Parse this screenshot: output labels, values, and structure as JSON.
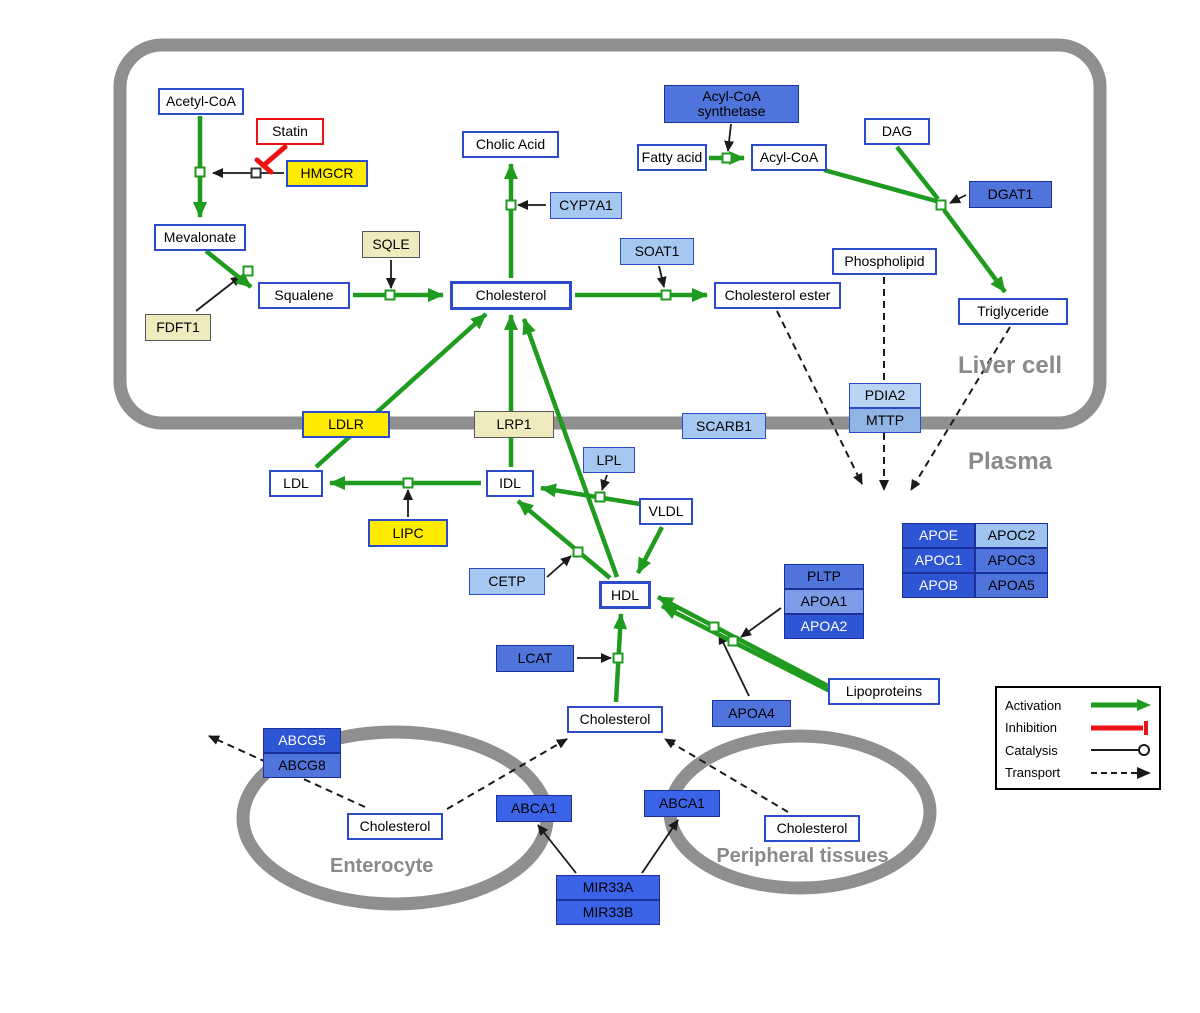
{
  "diagram": {
    "compartments": {
      "liver": {
        "label": "Liver cell"
      },
      "plasma": {
        "label": "Plasma"
      },
      "enterocyte": {
        "label": "Enterocyte"
      },
      "peripheral": {
        "label": "Peripheral tissues"
      }
    },
    "legend": {
      "items": [
        {
          "label": "Activation",
          "type": "activation",
          "color": "#1F9B1F"
        },
        {
          "label": "Inhibition",
          "type": "inhibition",
          "color": "#EE1111"
        },
        {
          "label": "Catalysis",
          "type": "catalysis",
          "color": "#1A1A1A"
        },
        {
          "label": "Transport",
          "type": "transport",
          "color": "#1A1A1A"
        }
      ]
    },
    "nodes": {
      "acetyl_coa": {
        "label": "Acetyl-CoA"
      },
      "statin": {
        "label": "Statin"
      },
      "hmgcr": {
        "label": "HMGCR"
      },
      "mevalonate": {
        "label": "Mevalonate"
      },
      "fdft1": {
        "label": "FDFT1"
      },
      "squalene": {
        "label": "Squalene"
      },
      "sqle": {
        "label": "SQLE"
      },
      "cholesterol_liver": {
        "label": "Cholesterol"
      },
      "cholic_acid": {
        "label": "Cholic Acid"
      },
      "cyp7a1": {
        "label": "CYP7A1"
      },
      "soat1": {
        "label": "SOAT1"
      },
      "cholesterol_ester": {
        "label": "Cholesterol ester"
      },
      "acyl_coa_synthetase": {
        "label": "Acyl-CoA synthetase"
      },
      "fatty_acid": {
        "label": "Fatty acid"
      },
      "acyl_coa": {
        "label": "Acyl-CoA"
      },
      "dag": {
        "label": "DAG"
      },
      "dgat1": {
        "label": "DGAT1"
      },
      "phospholipid": {
        "label": "Phospholipid"
      },
      "triglyceride": {
        "label": "Triglyceride"
      },
      "pdia2": {
        "label": "PDIA2"
      },
      "mttp": {
        "label": "MTTP"
      },
      "ldlr": {
        "label": "LDLR"
      },
      "lrp1": {
        "label": "LRP1"
      },
      "scarb1": {
        "label": "SCARB1"
      },
      "ldl": {
        "label": "LDL"
      },
      "idl": {
        "label": "IDL"
      },
      "lpl": {
        "label": "LPL"
      },
      "vldl": {
        "label": "VLDL"
      },
      "lipc": {
        "label": "LIPC"
      },
      "cetp": {
        "label": "CETP"
      },
      "hdl": {
        "label": "HDL"
      },
      "pltp": {
        "label": "PLTP"
      },
      "apoa1": {
        "label": "APOA1"
      },
      "apoa2": {
        "label": "APOA2"
      },
      "apoe": {
        "label": "APOE"
      },
      "apoc2": {
        "label": "APOC2"
      },
      "apoc1": {
        "label": "APOC1"
      },
      "apoc3": {
        "label": "APOC3"
      },
      "apob": {
        "label": "APOB"
      },
      "apoa5": {
        "label": "APOA5"
      },
      "lcat": {
        "label": "LCAT"
      },
      "apoa4": {
        "label": "APOA4"
      },
      "lipoproteins": {
        "label": "Lipoproteins"
      },
      "cholesterol_plasma": {
        "label": "Cholesterol"
      },
      "abcg5": {
        "label": "ABCG5"
      },
      "abcg8": {
        "label": "ABCG8"
      },
      "cholesterol_enterocyte": {
        "label": "Cholesterol"
      },
      "abca1_enterocyte": {
        "label": "ABCA1"
      },
      "abca1_peripheral": {
        "label": "ABCA1"
      },
      "cholesterol_peripheral": {
        "label": "Cholesterol"
      },
      "mir33a": {
        "label": "MIR33A"
      },
      "mir33b": {
        "label": "MIR33B"
      }
    }
  }
}
